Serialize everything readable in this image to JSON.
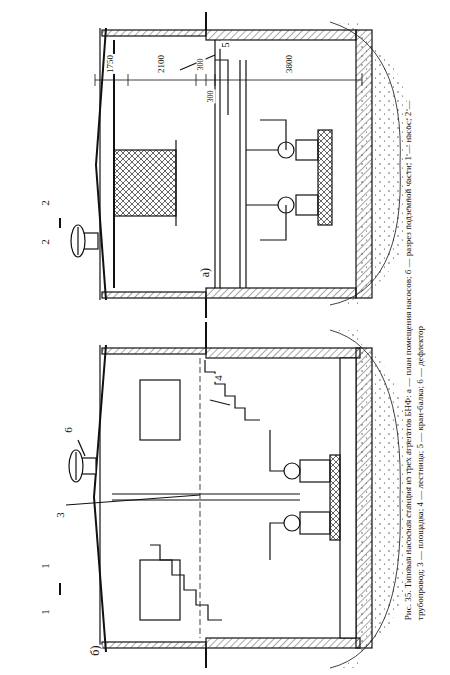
{
  "diagram": {
    "caption": "Рис. 35. Типовая насосная станция из трех агрегатов БНФ: а — план помещения насосов; б — разрез подземной части; 1 — насос; 2 — трубопровод; 3 — площадка; 4 — лестница; 5 — кран-балка; 6 — дефлектор",
    "labels": [
      "б)",
      "1",
      "1",
      "6",
      "3",
      "4",
      "а)",
      "2",
      "2",
      "5",
      "1750",
      "2100",
      "300",
      "300",
      "3800"
    ]
  }
}
